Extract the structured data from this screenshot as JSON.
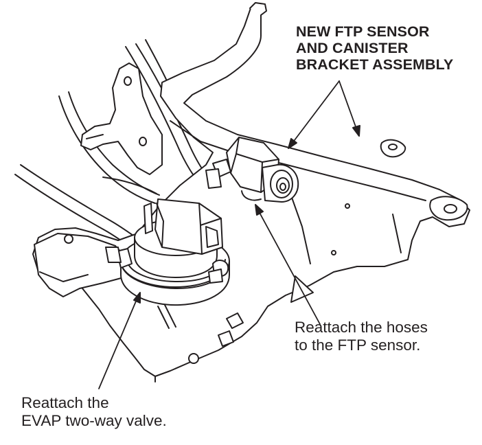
{
  "callouts": {
    "assembly": {
      "lines": [
        "NEW FTP SENSOR",
        "AND CANISTER",
        "BRACKET ASSEMBLY"
      ]
    },
    "hoses": {
      "lines": [
        "Reattach the hoses",
        "to the FTP sensor."
      ]
    },
    "valve": {
      "lines": [
        "Reattach the",
        "EVAP two-way valve."
      ]
    }
  },
  "colors": {
    "ink": "#231f20",
    "paper": "#ffffff"
  }
}
